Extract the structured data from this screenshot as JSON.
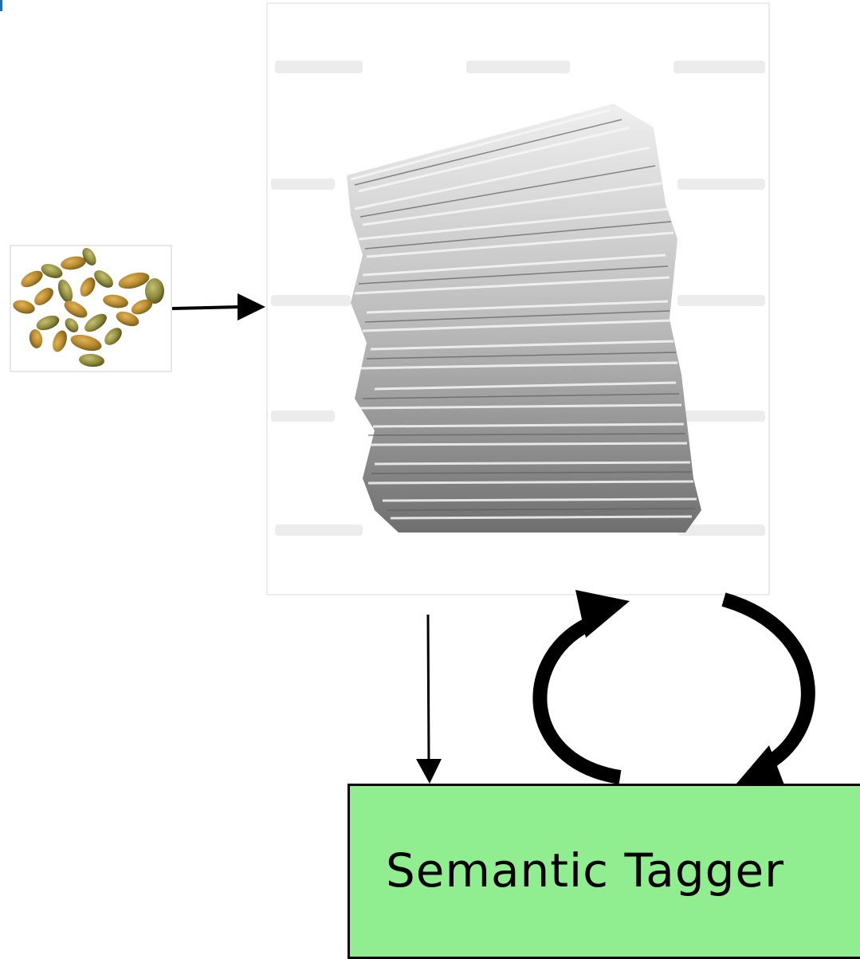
{
  "diagram": {
    "nodes": {
      "seeds": {
        "icon": "seeds-image"
      },
      "corpus": {
        "icon": "newspaper-stack-image"
      },
      "tagger": {
        "label": "Semantic Tagger",
        "fill": "#90ee90",
        "border": "#000000"
      }
    },
    "edges": [
      {
        "from": "seeds",
        "to": "corpus"
      },
      {
        "from": "corpus",
        "to": "tagger"
      },
      {
        "from": "tagger",
        "to": "corpus"
      },
      {
        "from": "corpus",
        "to": "tagger"
      }
    ]
  }
}
